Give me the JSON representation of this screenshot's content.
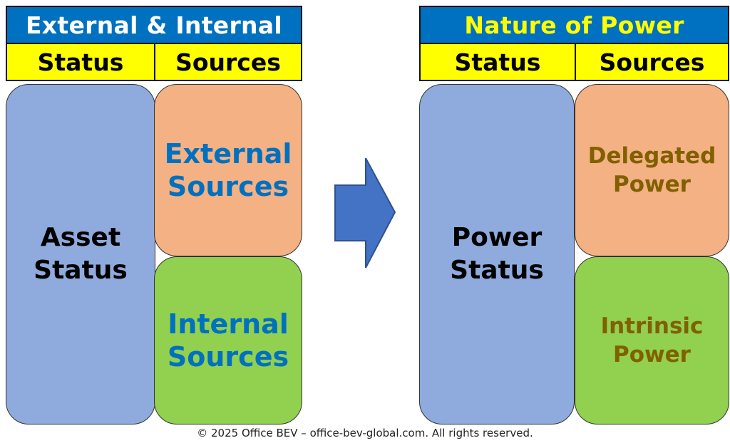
{
  "left": {
    "title": "External & Internal",
    "col1_header": "Status",
    "col2_header": "Sources",
    "status_box": [
      "Asset",
      "Status"
    ],
    "top_source": [
      "External",
      "Sources"
    ],
    "bottom_source": [
      "Internal",
      "Sources"
    ]
  },
  "right": {
    "title": "Nature of Power",
    "col1_header": "Status",
    "col2_header": "Sources",
    "status_box": [
      "Power",
      "Status"
    ],
    "top_source": [
      "Delegated",
      "Power"
    ],
    "bottom_source": [
      "Intrinsic",
      "Power"
    ]
  },
  "footer": "© 2025 Office BEV – office-bev-global.com. All rights reserved.",
  "colors": {
    "title_bg": "#0070c0",
    "left_title_text": "#ffffff",
    "right_title_text": "#ffff00",
    "header_bg": "#ffff00",
    "status_box": "#8faadc",
    "top_box": "#f4b183",
    "bottom_box": "#92d050",
    "arrow": "#4472c4"
  }
}
